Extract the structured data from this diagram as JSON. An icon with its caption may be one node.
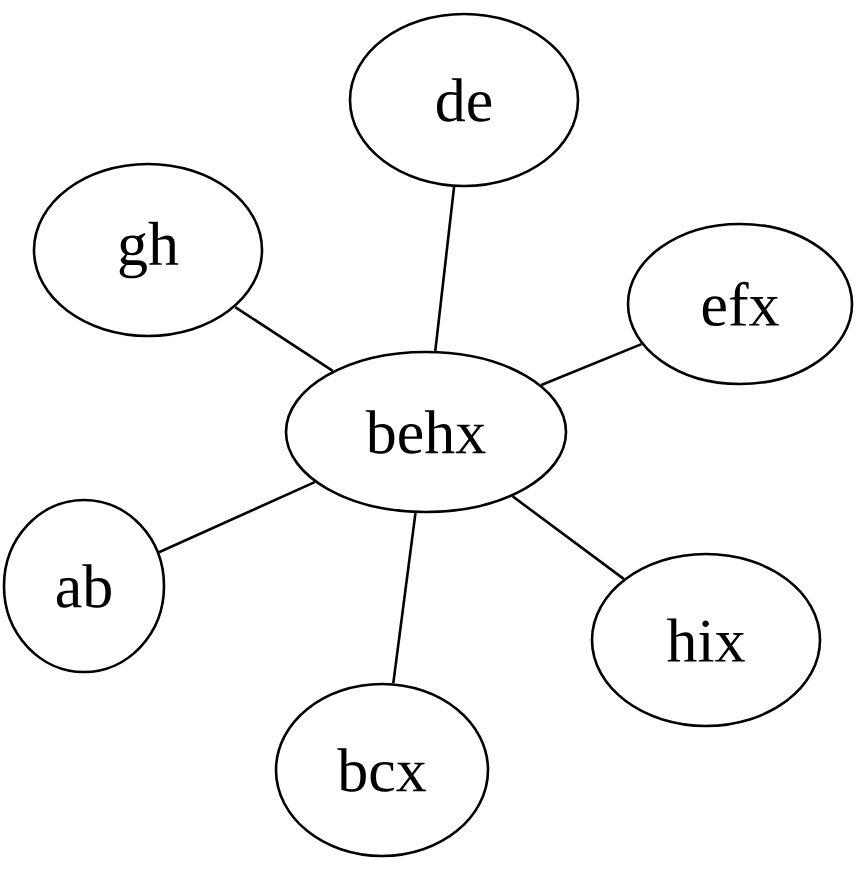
{
  "diagram": {
    "nodes": [
      {
        "text": [
          "de"
        ]
      },
      {
        "text": [
          "gh"
        ]
      },
      {
        "text": [
          "efx"
        ]
      },
      {
        "text": [
          "behx"
        ]
      },
      {
        "text": [
          "ab"
        ]
      },
      {
        "text": [
          "hix"
        ]
      },
      {
        "text": [
          "bcx"
        ]
      }
    ],
    "edges": [
      {
        "from": 3,
        "to": 0,
        "arrow": "none"
      },
      {
        "from": 3,
        "to": 1,
        "arrow": "none"
      },
      {
        "from": 3,
        "to": 2,
        "arrow": "none"
      },
      {
        "from": 3,
        "to": 4,
        "arrow": "none"
      },
      {
        "from": 3,
        "to": 5,
        "arrow": "none"
      },
      {
        "from": 3,
        "to": 6,
        "arrow": "none"
      }
    ]
  }
}
